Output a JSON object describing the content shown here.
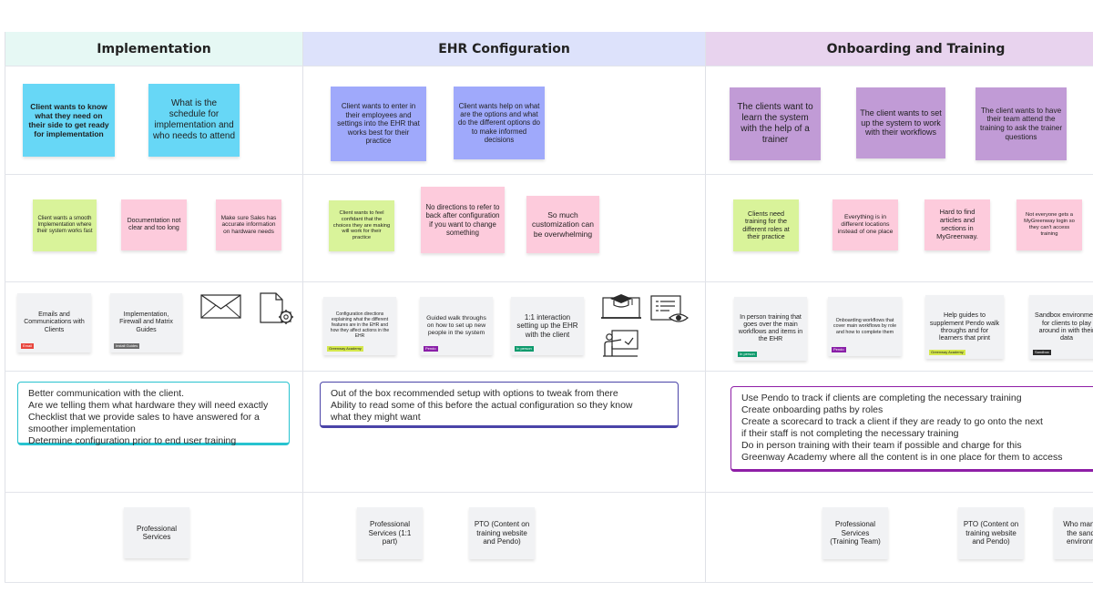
{
  "columns": [
    {
      "title": "Implementation",
      "color": "#e6f8f4"
    },
    {
      "title": "EHR Configuration",
      "color": "#dde2fb"
    },
    {
      "title": "Onboarding and Training",
      "color": "#e8d3ee"
    }
  ],
  "stickies": [
    {
      "text": "Client wants to know what they need on their side to get ready for implementation",
      "color": "cyan"
    },
    {
      "text": "What is the schedule for implementation and who needs to attend",
      "color": "cyan"
    },
    {
      "text": "Client wants to enter in their employees and settings into the EHR that works best for their practice",
      "color": "blue"
    },
    {
      "text": "Client wants help on what are the options and what do the different options do to make informed decisions",
      "color": "blue"
    },
    {
      "text": "The clients want to learn the system with the help of a trainer",
      "color": "purple"
    },
    {
      "text": "The client wants to set up the system to work with their workflows",
      "color": "purple"
    },
    {
      "text": "The client wants to have their team attend the training to ask the trainer questions",
      "color": "purple"
    },
    {
      "text": "Client wants a smooth Implementation where their system works fast",
      "color": "green"
    },
    {
      "text": "Documentation not clear and too long",
      "color": "pink"
    },
    {
      "text": "Make sure Sales has accurate information on hardware needs",
      "color": "pink"
    },
    {
      "text": "Client wants to feel confidant that the choices they are making will work for their practice",
      "color": "green"
    },
    {
      "text": "No directions to refer to back after configuration if you want to change something",
      "color": "pink"
    },
    {
      "text": "So much customization can be overwhelming",
      "color": "pink"
    },
    {
      "text": "Clients need training for the different roles at their practice",
      "color": "green"
    },
    {
      "text": "Everything is in different locations instead of one place",
      "color": "pink"
    },
    {
      "text": "Hard to find articles and sections in MyGreenway.",
      "color": "pink"
    },
    {
      "text": "Not everyone gets a MyGreenway login so they can't access training",
      "color": "pink"
    },
    {
      "text": "Emails and Communications with Clients",
      "color": "gray",
      "tag": "Email",
      "tag_color": "#e8453c"
    },
    {
      "text": "Implementation, Firewall and Matrix Guides",
      "color": "gray",
      "tag": "Install Guides",
      "tag_color": "#6b6b6b"
    },
    {
      "text": "Configuration directions explaining what the different features are in the EHR and how they affect actions in the EHR",
      "color": "gray",
      "tag": "Greenway Academy",
      "tag_color": "#d5e84c"
    },
    {
      "text": "Guided walk throughs on how to set up new people in the system",
      "color": "gray",
      "tag": "Pendo",
      "tag_color": "#8a1fa8"
    },
    {
      "text": "1:1 interaction setting up the EHR with the client",
      "color": "gray",
      "tag": "In person",
      "tag_color": "#0c9a6c"
    },
    {
      "text": "In person training that goes over the main workflows and items in the EHR",
      "color": "gray",
      "tag": "In person",
      "tag_color": "#0c9a6c"
    },
    {
      "text": "Onboarding workflows that cover main workflows by role and how to complete them",
      "color": "gray",
      "tag": "Pendo",
      "tag_color": "#8a1fa8"
    },
    {
      "text": "Help guides to supplement Pendo walk throughs and for learners that print",
      "color": "gray",
      "tag": "Greenway Academy",
      "tag_color": "#d5e84c"
    },
    {
      "text": "Sandbox environment for clients to play around in with their data",
      "color": "gray",
      "tag": "Sandbox",
      "tag_color": "#2b2b2b"
    },
    {
      "text": "Professional Services",
      "color": "gray"
    },
    {
      "text": "Professional Services (1:1 part)",
      "color": "gray"
    },
    {
      "text": "PTO (Content on training website and Pendo)",
      "color": "gray"
    },
    {
      "text": "Professional Services (Training Team)",
      "color": "gray"
    },
    {
      "text": "PTO (Content on training website and Pendo)",
      "color": "gray"
    },
    {
      "text": "Who manages the sandbox environment",
      "color": "gray"
    }
  ],
  "textboxes": [
    {
      "border": "#27c3cf",
      "lines": [
        "Better communication with the client.",
        "Are we telling them what hardware they will need exactly",
        "Checklist that we provide sales to have answered for a",
        "smoother implementation",
        "Determine configuration prior to end user training"
      ]
    },
    {
      "border": "#4a44a8",
      "lines": [
        "Out of the box recommended setup with options to tweak from there",
        "Ability to read some of this before the actual configuration so they know",
        "what they might want"
      ]
    },
    {
      "border": "#8e1ea6",
      "lines": [
        "Use Pendo to track if clients are completing the necessary training",
        "Create onboarding paths by roles",
        "Create a scorecard to track a client if they are ready to go onto the next",
        "if their staff is not completing the necessary training",
        "Do in person training with their team if possible and charge for this",
        "Greenway Academy where all the content is in one place for them to access"
      ]
    }
  ],
  "icons": [
    "envelope-icon",
    "document-gear-icon",
    "graduation-screen-icon",
    "checklist-eye-icon",
    "teacher-board-icon"
  ]
}
